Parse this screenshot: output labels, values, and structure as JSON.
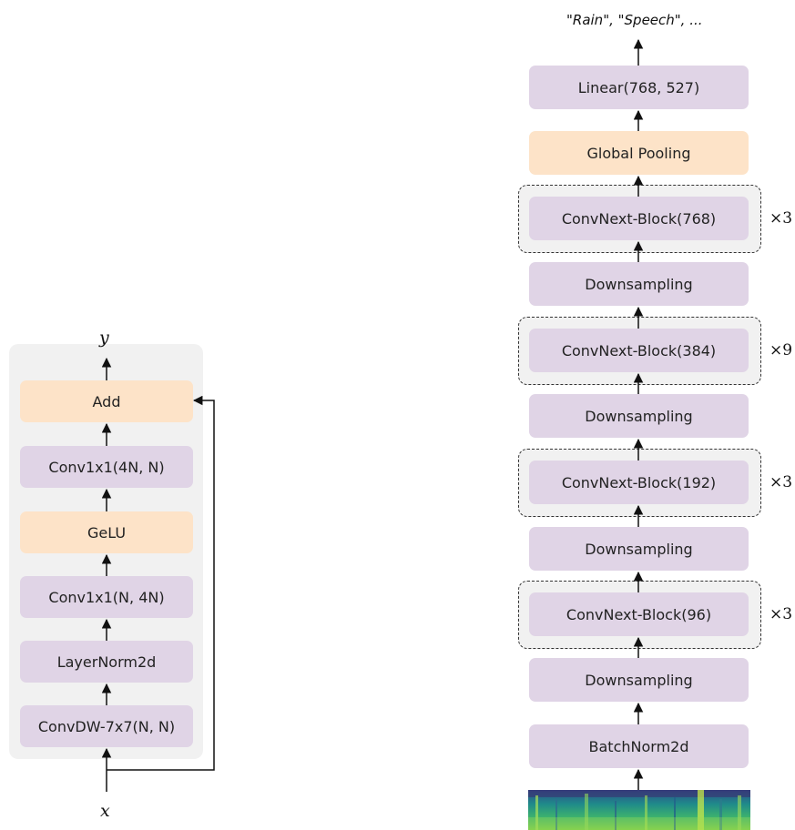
{
  "block_diagram": {
    "input_label": "x",
    "output_label": "y",
    "layers": [
      "ConvDW-7x7(N, N)",
      "LayerNorm2d",
      "Conv1x1(N, 4N)",
      "GeLU",
      "Conv1x1(4N, N)",
      "Add"
    ]
  },
  "network_diagram": {
    "output_label": "\"Rain\", \"Speech\", ...",
    "layers": {
      "linear": "Linear(768, 527)",
      "pooling": "Global Pooling",
      "block4": "ConvNext-Block(768)",
      "down4": "Downsampling",
      "block3": "ConvNext-Block(384)",
      "down3": "Downsampling",
      "block2": "ConvNext-Block(192)",
      "down2": "Downsampling",
      "block1": "ConvNext-Block(96)",
      "down1": "Downsampling",
      "norm": "BatchNorm2d"
    },
    "repeats": {
      "block4": "×3",
      "block3": "×9",
      "block2": "×3",
      "block1": "×3"
    }
  },
  "colors": {
    "layer": "#e0d4e6",
    "activation": "#fde3c8",
    "panel": "#f1f1f1"
  }
}
